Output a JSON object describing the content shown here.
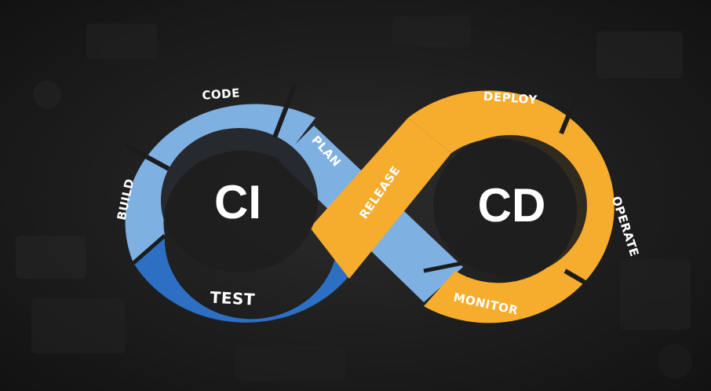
{
  "ci": {
    "label": "CI",
    "stages": {
      "code": "CODE",
      "plan": "PLAN",
      "build": "BUILD",
      "test": "TEST"
    }
  },
  "cd": {
    "label": "CD",
    "stages": {
      "release": "RELEASE",
      "deploy": "DEPLOY",
      "operate": "OPERATE",
      "monitor": "MONITOR"
    }
  },
  "colors": {
    "ci_light": "#7fb0e2",
    "ci_dark": "#2c6fc3",
    "cd": "#f6ac2d",
    "cd_dark": "#e79b1c",
    "text": "#ffffff"
  }
}
